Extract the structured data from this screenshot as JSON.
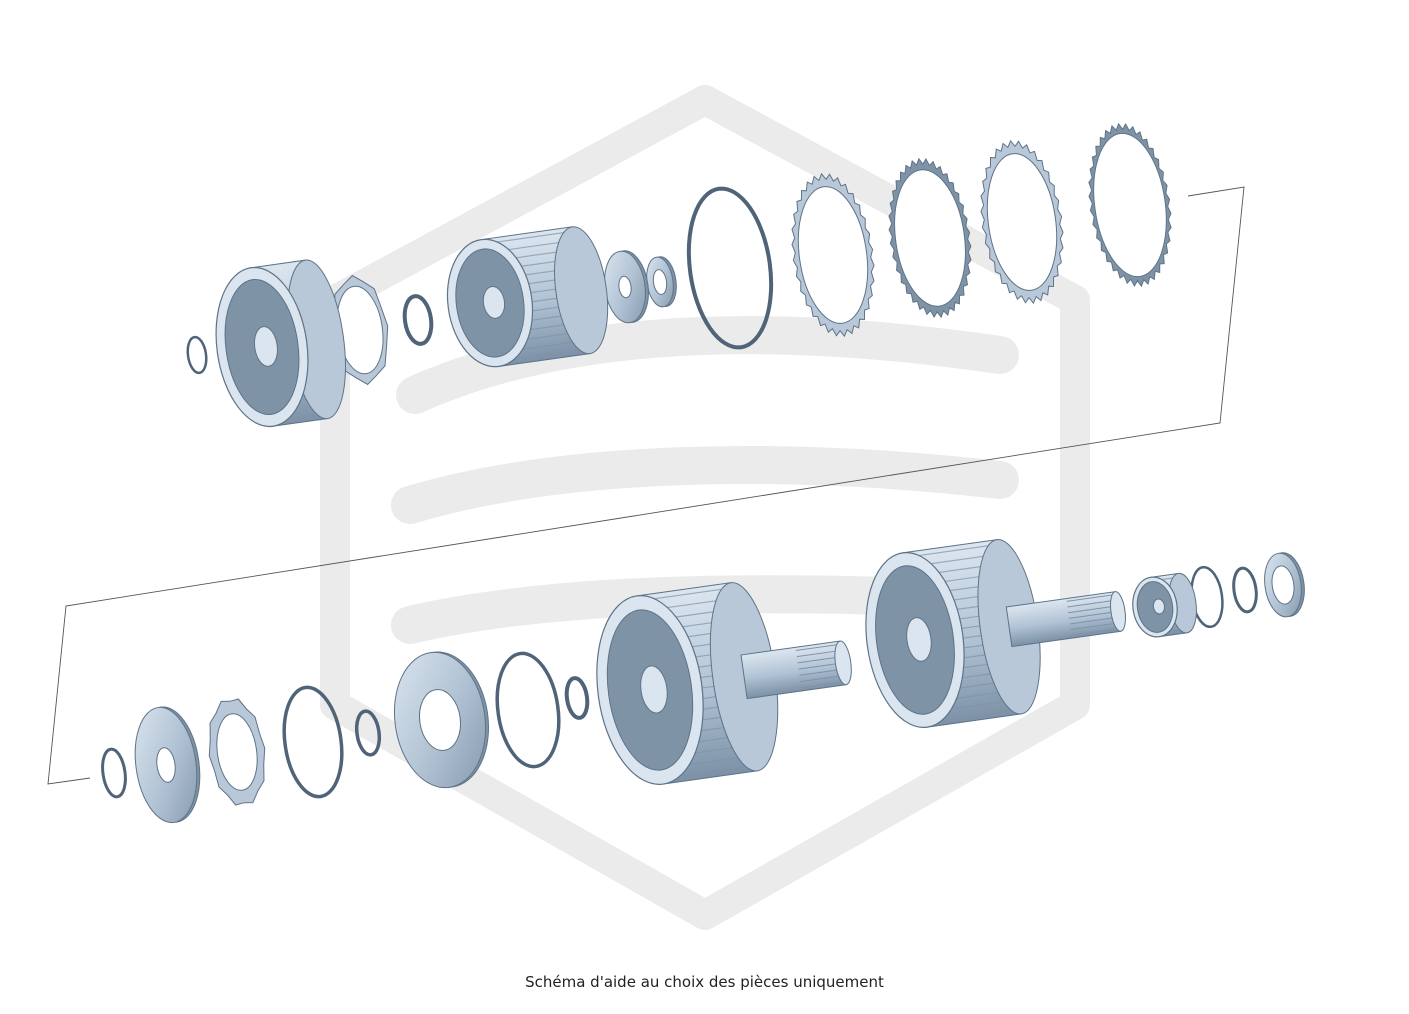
{
  "caption": "Schéma d'aide au choix des pièces uniquement",
  "colors": {
    "background": "#ffffff",
    "part_fill": "#b8c8d8",
    "part_light": "#dbe5ef",
    "part_dark": "#7f93a7",
    "part_stroke": "#5e7387",
    "ring_dark": "#4f6478",
    "watermark": "#ebebeb",
    "callout_line": "#555555"
  },
  "watermark": {
    "icon": "brand-logo-watermark"
  },
  "upper_row": {
    "parts": [
      {
        "name": "snap-ring",
        "icon": "snap-ring-icon"
      },
      {
        "name": "planetary-carrier",
        "icon": "planetary-carrier-icon"
      },
      {
        "name": "pinion-cage",
        "icon": "pinion-cage-icon"
      },
      {
        "name": "thrust-washer",
        "icon": "washer-icon"
      },
      {
        "name": "ring-gear-drum",
        "icon": "ring-gear-drum-icon"
      },
      {
        "name": "thrust-bearing",
        "icon": "thrust-bearing-icon"
      },
      {
        "name": "washer",
        "icon": "washer-icon"
      },
      {
        "name": "retaining-ring",
        "icon": "retaining-ring-icon"
      },
      {
        "name": "friction-plate",
        "icon": "friction-plate-icon"
      },
      {
        "name": "steel-plate",
        "icon": "steel-plate-icon"
      },
      {
        "name": "friction-plate",
        "icon": "friction-plate-icon"
      },
      {
        "name": "steel-plate",
        "icon": "steel-plate-icon"
      }
    ]
  },
  "lower_row": {
    "parts": [
      {
        "name": "snap-ring",
        "icon": "snap-ring-icon"
      },
      {
        "name": "spring-retainer",
        "icon": "spring-retainer-icon"
      },
      {
        "name": "return-spring",
        "icon": "return-spring-icon"
      },
      {
        "name": "o-ring",
        "icon": "o-ring-icon"
      },
      {
        "name": "seal-ring",
        "icon": "seal-ring-icon"
      },
      {
        "name": "piston",
        "icon": "piston-icon"
      },
      {
        "name": "o-ring",
        "icon": "o-ring-icon"
      },
      {
        "name": "seal-ring",
        "icon": "seal-ring-icon"
      },
      {
        "name": "clutch-drum-shaft",
        "icon": "clutch-drum-shaft-icon"
      },
      {
        "name": "clutch-drum-shaft",
        "icon": "clutch-drum-shaft-icon"
      },
      {
        "name": "needle-bearing",
        "icon": "needle-bearing-icon"
      },
      {
        "name": "snap-ring",
        "icon": "snap-ring-icon"
      },
      {
        "name": "seal-ring",
        "icon": "seal-ring-icon"
      },
      {
        "name": "bushing",
        "icon": "bushing-icon"
      }
    ]
  }
}
